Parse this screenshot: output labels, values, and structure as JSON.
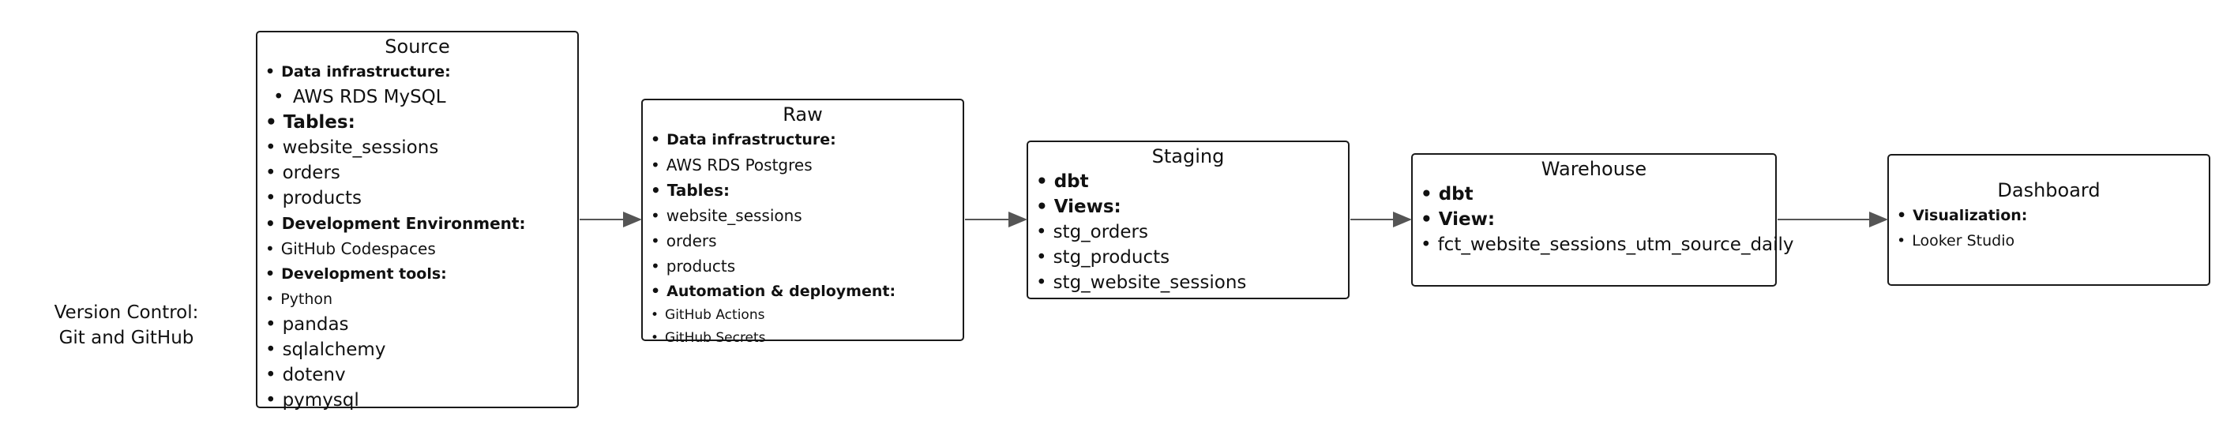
{
  "side_note": {
    "line1": "Version Control:",
    "line2": "Git and GitHub"
  },
  "source": {
    "title": "Source",
    "items": {
      "data_infra_heading": "Data infrastructure:",
      "db": " AWS RDS MySQL",
      "tables_heading": "Tables:",
      "t1": "website_sessions",
      "t2": "orders",
      "t3": "products",
      "dev_env_heading": "Development Environment:",
      "codespaces": "GitHub Codespaces",
      "dev_tools_heading": "Development tools:",
      "python": "Python",
      "pandas": "pandas",
      "sqlalchemy": "sqlalchemy",
      "dotenv": "dotenv",
      "pymysql": "pymysql"
    }
  },
  "raw": {
    "title": "Raw",
    "items": {
      "data_infra_heading": "Data infrastructure:",
      "db": "AWS RDS Postgres",
      "tables_heading": "Tables:",
      "t1": "website_sessions",
      "t2": "orders",
      "t3": "products",
      "auto_heading": "Automation & deployment:",
      "actions": "GitHub Actions",
      "secrets": "GitHub Secrets"
    }
  },
  "staging": {
    "title": "Staging",
    "items": {
      "dbt": "dbt",
      "views_heading": "Views:",
      "v1": "stg_orders",
      "v2": "stg_products",
      "v3": "stg_website_sessions"
    }
  },
  "warehouse": {
    "title": "Warehouse",
    "items": {
      "dbt": "dbt",
      "view_heading": "View:",
      "v1": "fct_website_sessions_utm_source_daily"
    }
  },
  "dashboard": {
    "title": "Dashboard",
    "items": {
      "viz_heading": "Visualization:",
      "looker": "Looker Studio"
    }
  },
  "colors": {
    "stroke": "#1a1a1a",
    "arrow": "#555555"
  }
}
